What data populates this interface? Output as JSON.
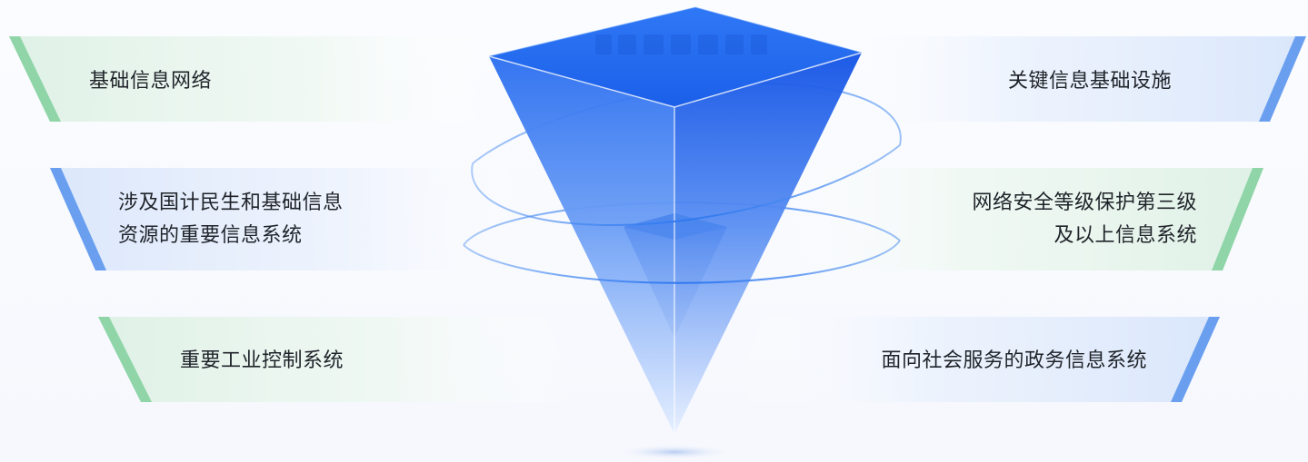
{
  "diagram": {
    "left_items": [
      {
        "lines": [
          "基础信息网络"
        ],
        "accent": "green"
      },
      {
        "lines": [
          "涉及国计民生和基础信息",
          "资源的重要信息系统"
        ],
        "accent": "blue"
      },
      {
        "lines": [
          "重要工业控制系统"
        ],
        "accent": "green"
      }
    ],
    "right_items": [
      {
        "lines": [
          "关键信息基础设施"
        ],
        "accent": "blue"
      },
      {
        "lines": [
          "网络安全等级保护第三级",
          "及以上信息系统"
        ],
        "accent": "green"
      },
      {
        "lines": [
          "面向社会服务的政务信息系统"
        ],
        "accent": "blue"
      }
    ],
    "colors": {
      "green_accent": "#7fcf9e",
      "blue_accent": "#5b95ee",
      "green_fill": "#e3f3e9",
      "blue_fill": "#dde9fb",
      "pyramid_top": "#2d6ff0",
      "pyramid_deep": "#1558e8",
      "pyramid_light": "#eaf2ff",
      "orbit": "#3f86f0",
      "text": "#1f2329"
    }
  }
}
